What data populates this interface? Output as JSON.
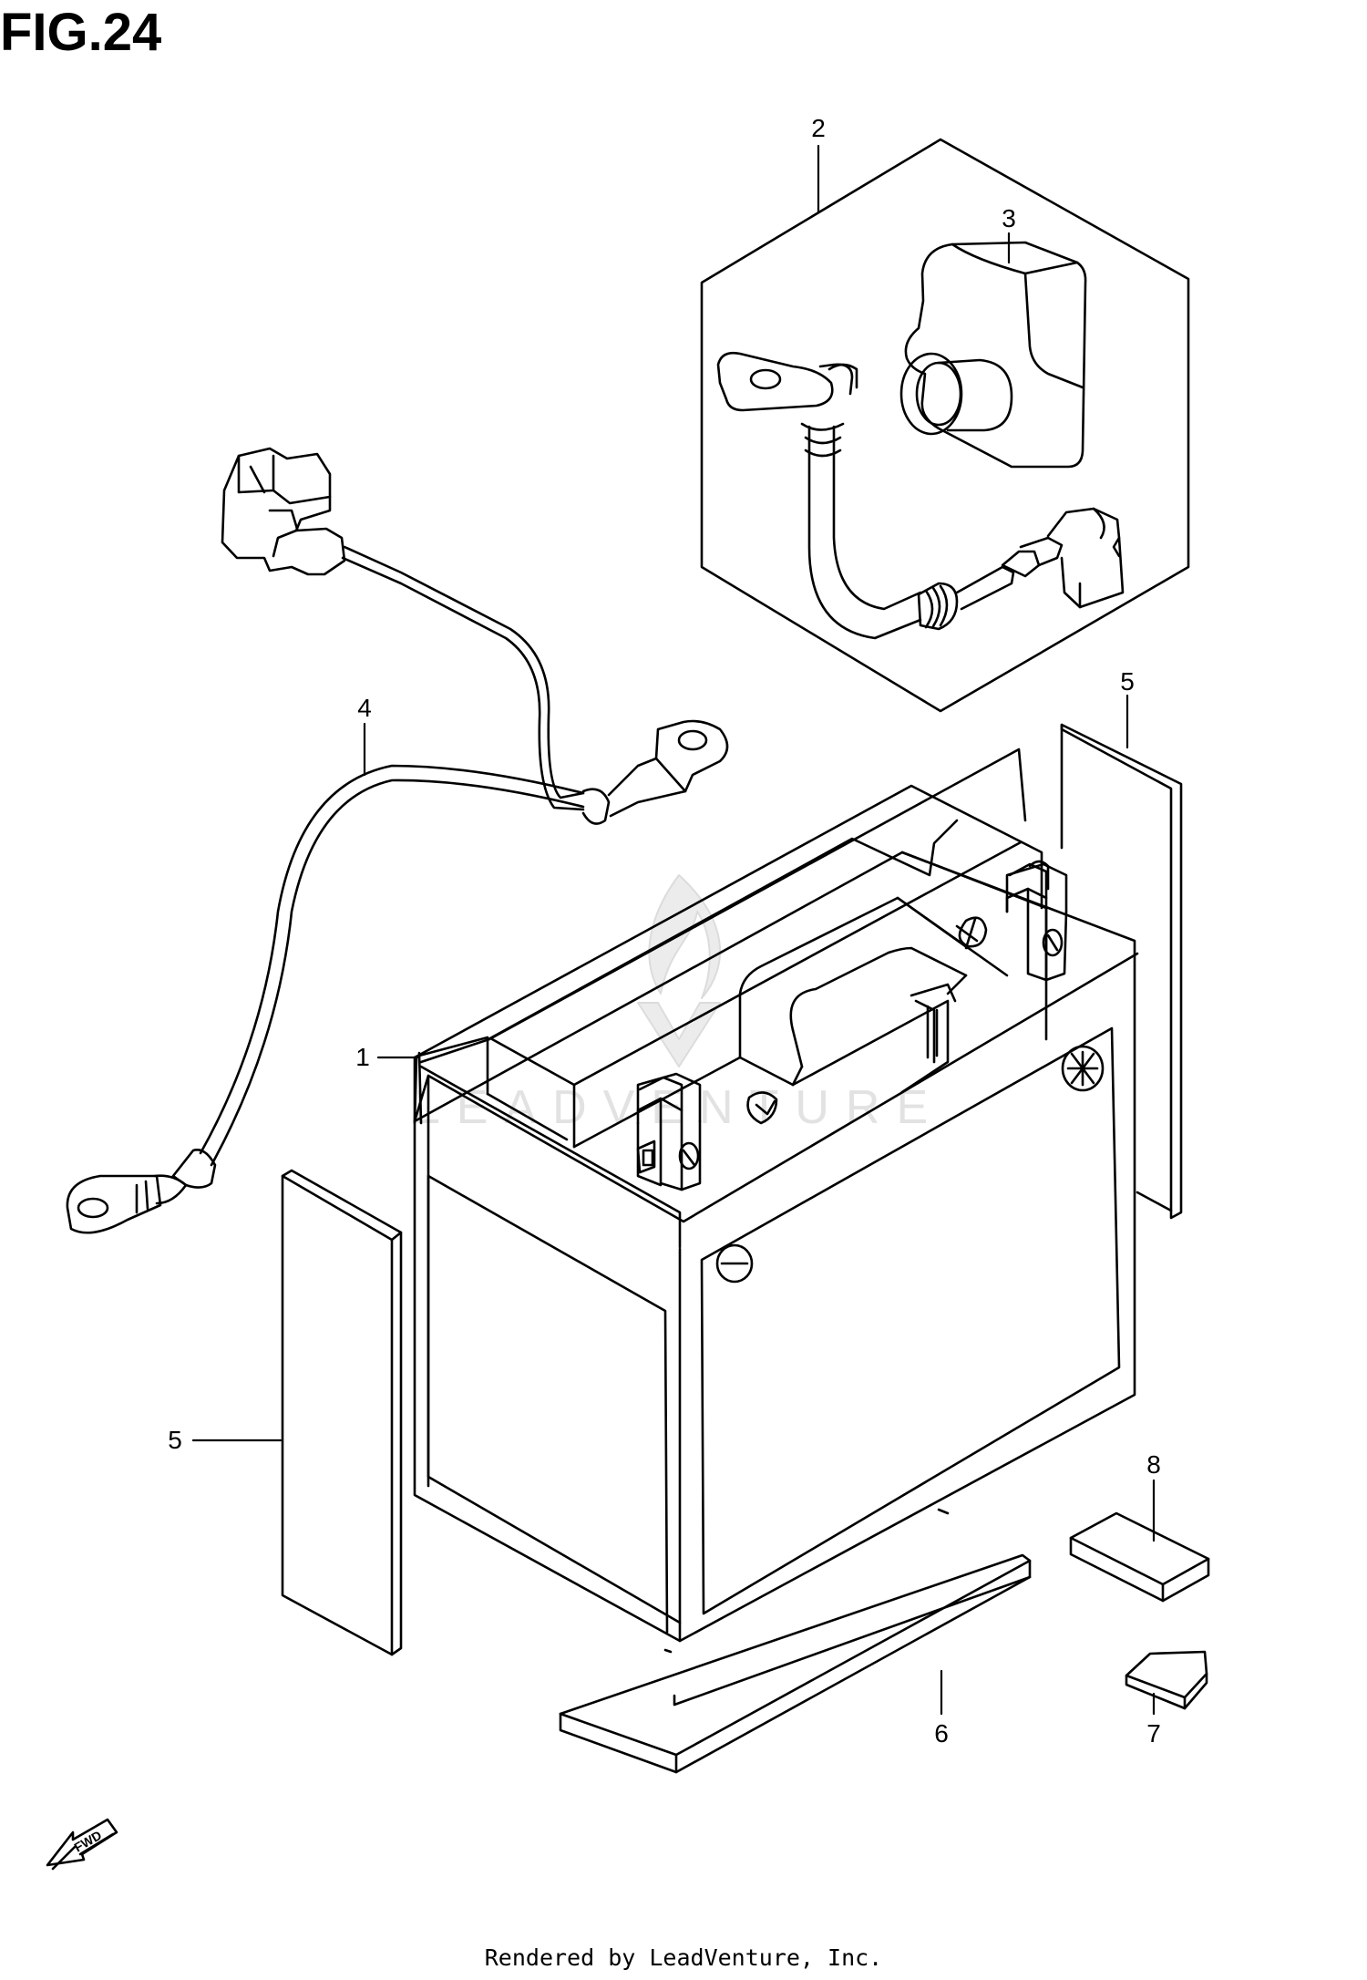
{
  "figure": {
    "title": "FIG.24"
  },
  "callouts": [
    {
      "id": "c1",
      "number": "1"
    },
    {
      "id": "c2",
      "number": "2"
    },
    {
      "id": "c3",
      "number": "3"
    },
    {
      "id": "c4",
      "number": "4"
    },
    {
      "id": "c5a",
      "number": "5"
    },
    {
      "id": "c5b",
      "number": "5"
    },
    {
      "id": "c6",
      "number": "6"
    },
    {
      "id": "c7",
      "number": "7"
    },
    {
      "id": "c8",
      "number": "8"
    }
  ],
  "fwd_label": "FWD",
  "watermark": {
    "text": "LEADVENTURE"
  },
  "footer": {
    "text": "Rendered by LeadVenture, Inc."
  }
}
